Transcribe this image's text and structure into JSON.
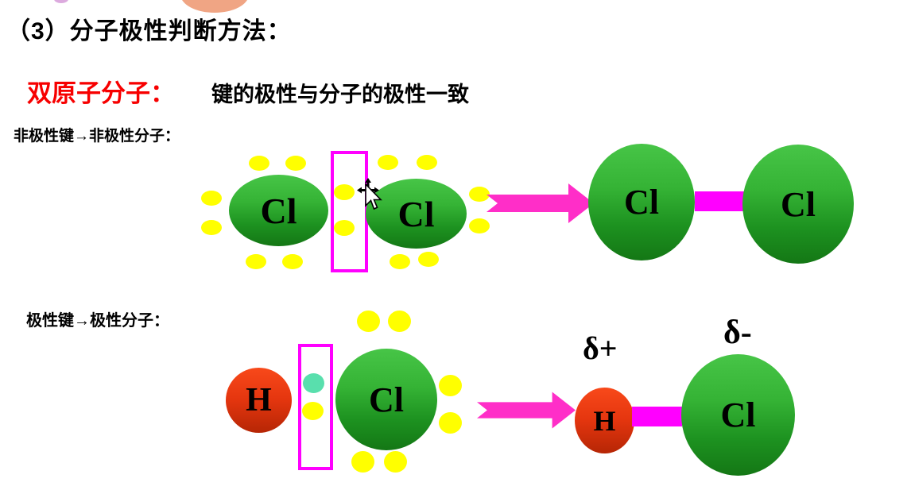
{
  "slide": {
    "title": "（3）分子极性判断方法：",
    "diatomic_heading": "双原子分子：",
    "diatomic_rule": "键的极性与分子的极性一致",
    "nonpolar_caption": "非极性键→非极性分子：",
    "polar_caption": "极性键→极性分子："
  },
  "atoms": {
    "chlorine": "Cl",
    "hydrogen": "H"
  },
  "charges": {
    "delta_plus": "δ+",
    "delta_minus": "δ-"
  },
  "icons": {
    "move_cursor": "move-cursor-pointer",
    "transform_arrow": "right-arrow"
  },
  "colors": {
    "highlight_box": "#ff00ff",
    "bond_bar": "#ff00ff",
    "arrow_pink": "#ff2ec8",
    "electron_pair_yellow": "#ffff00",
    "electron_teal": "#59dfad",
    "chlorine_green_top": "#47c547",
    "chlorine_green_bottom": "#147715",
    "hydrogen_red_top": "#f8491a",
    "hydrogen_red_bottom": "#b62605",
    "heading_red": "#f70000",
    "text_black": "#000000",
    "decoration_peach": "#f0a584"
  }
}
